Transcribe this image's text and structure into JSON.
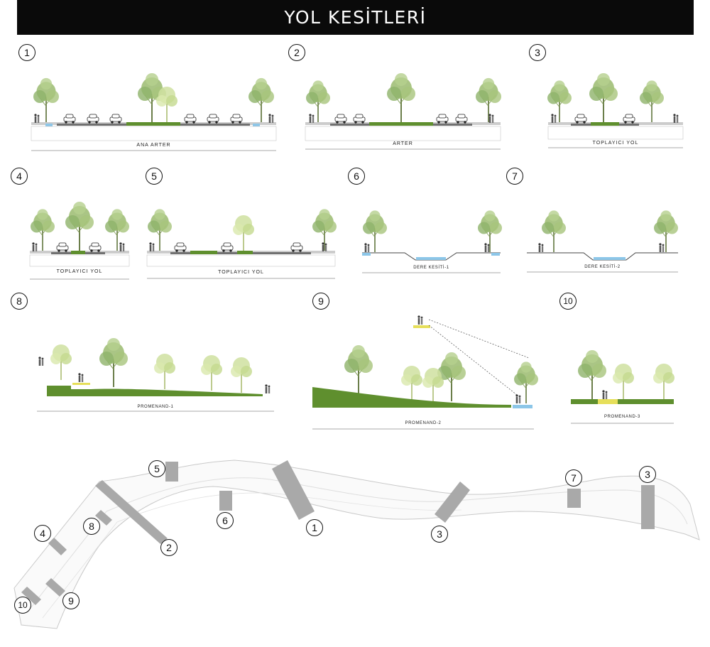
{
  "title": "YOL KESİTLERİ",
  "sections": [
    {
      "number": "1",
      "caption": "ANA ARTER"
    },
    {
      "number": "2",
      "caption": "ARTER"
    },
    {
      "number": "3",
      "caption": "TOPLAYICI YOL"
    },
    {
      "number": "4",
      "caption": "TOPLAYICI YOL"
    },
    {
      "number": "5",
      "caption": "TOPLAYICI YOL"
    },
    {
      "number": "6",
      "caption": "DERE KESİTİ-1"
    },
    {
      "number": "7",
      "caption": "DERE KESİTİ-2"
    },
    {
      "number": "8",
      "caption": "PROMENAND-1"
    },
    {
      "number": "9",
      "caption": "PROMENAND-2"
    },
    {
      "number": "10",
      "caption": "PROMENAND-3"
    }
  ],
  "map_labels": [
    "5",
    "6",
    "1",
    "3",
    "7",
    "3",
    "8",
    "2",
    "4",
    "9",
    "10"
  ],
  "colors": {
    "banner": "#0a0a0a",
    "grass": "#5f8f2e",
    "tree": "#8fb36a",
    "water": "#8cc6e8",
    "road": "#6f6f6f",
    "section_band": "#a9a9a9"
  }
}
